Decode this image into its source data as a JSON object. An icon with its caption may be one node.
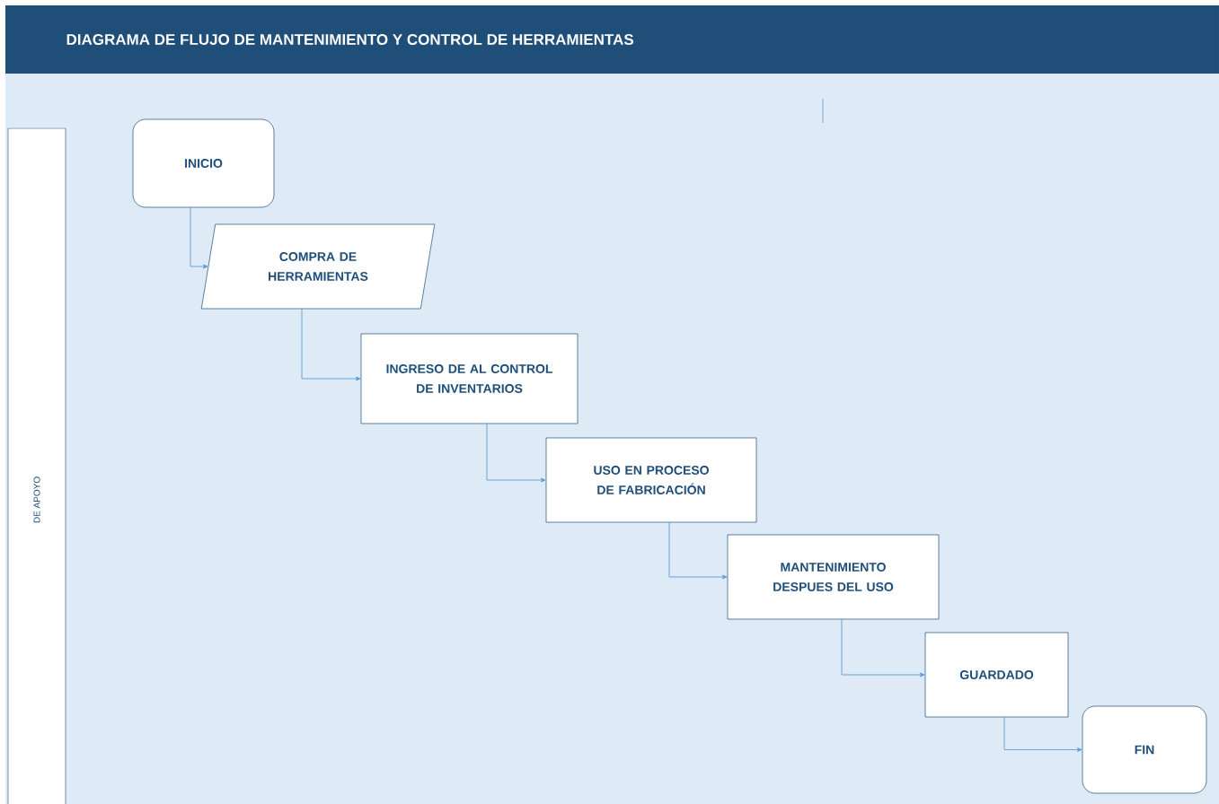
{
  "diagram": {
    "title": "DIAGRAMA DE FLUJO DE MANTENIMIENTO Y CONTROL DE HERRAMIENTAS",
    "nodes": [
      {
        "text": [
          "DE APOYO"
        ]
      },
      {
        "text": [
          "INICIO"
        ]
      },
      {
        "text": [
          "COMPRA DE HERRAMIENTAS"
        ]
      },
      {
        "text": [
          "INGRESO DE AL CONTROL DE INVENTARIOS"
        ]
      },
      {
        "text": [
          "USO EN PROCESO DE FABRICACIÓN"
        ]
      },
      {
        "text": [
          "MANTENIMIENTO DESPUES DEL USO"
        ]
      },
      {
        "text": [
          "GUARDADO"
        ]
      },
      {
        "text": [
          "FIN"
        ]
      }
    ],
    "edges": [
      {
        "from": 1,
        "to": 2,
        "arrow": "to"
      },
      {
        "from": 2,
        "to": 3,
        "arrow": "to"
      },
      {
        "from": 3,
        "to": 4,
        "arrow": "to"
      },
      {
        "from": 4,
        "to": 5,
        "arrow": "to"
      },
      {
        "from": 5,
        "to": 6,
        "arrow": "to"
      },
      {
        "from": 6,
        "to": 7,
        "arrow": "to"
      }
    ]
  }
}
